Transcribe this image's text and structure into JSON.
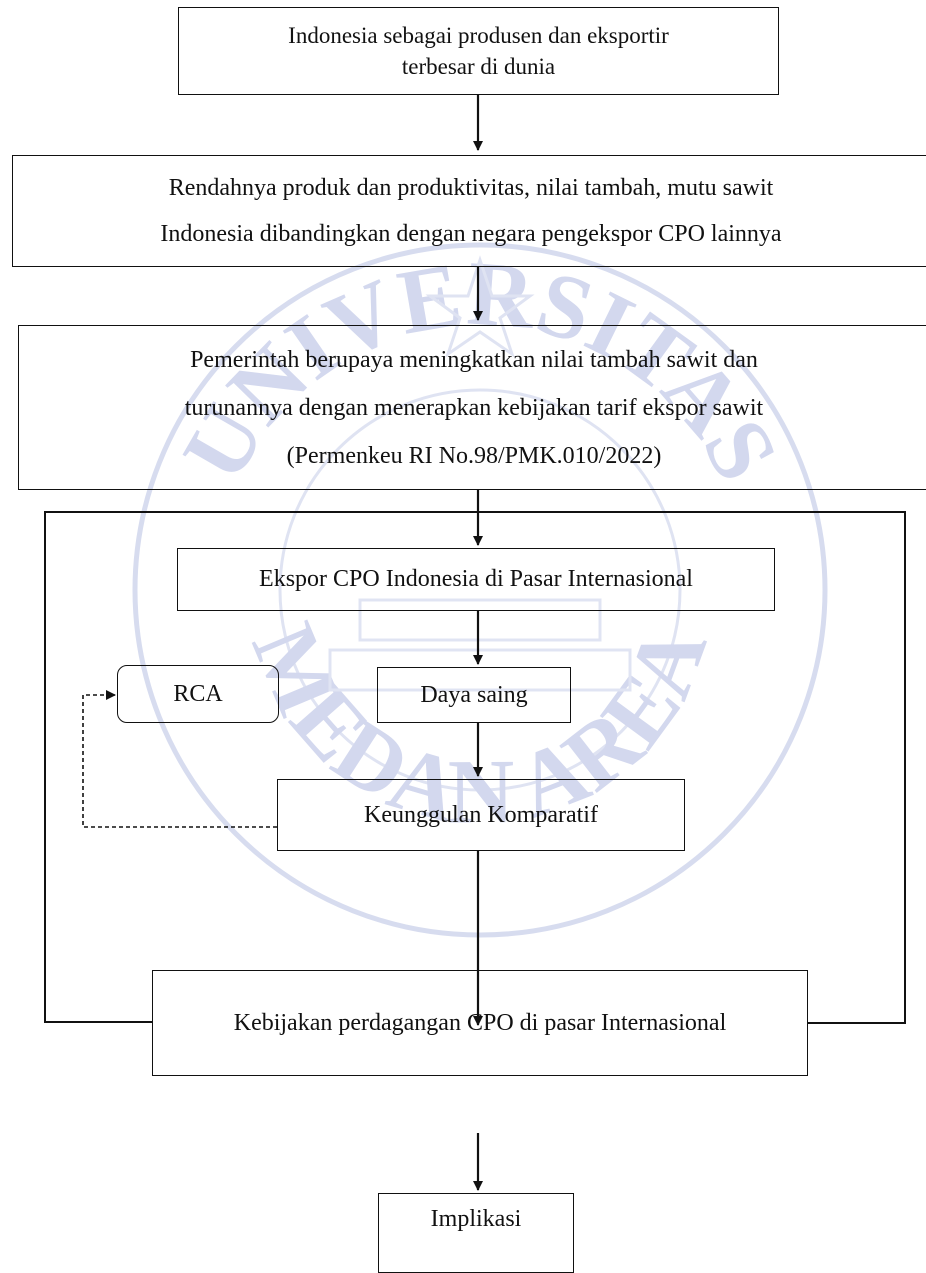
{
  "nodes": {
    "n1": {
      "lines": [
        "Indonesia sebagai produsen dan eksportir",
        "terbesar di dunia"
      ]
    },
    "n2": {
      "lines": [
        "Rendahnya produk dan produktivitas, nilai tambah, mutu sawit",
        "Indonesia dibandingkan dengan negara pengekspor CPO lainnya"
      ]
    },
    "n3": {
      "lines": [
        "Pemerintah berupaya meningkatkan nilai tambah sawit dan",
        "turunannya dengan menerapkan kebijakan tarif ekspor sawit",
        "(Permenkeu RI No.98/PMK.010/2022)"
      ]
    },
    "n4": {
      "label": "Ekspor CPO Indonesia di Pasar Internasional"
    },
    "n5": {
      "label": "Daya saing"
    },
    "n6": {
      "label": "RCA"
    },
    "n7": {
      "label": "Keunggulan Komparatif"
    },
    "n8": {
      "label": "Kebijakan perdagangan CPO di pasar Internasional"
    },
    "n9": {
      "label": "Implikasi"
    }
  },
  "colors": {
    "line": "#111111",
    "watermark": "#c9cfe8"
  },
  "watermark_text": "UNIVERSITAS MEDAN AREA"
}
